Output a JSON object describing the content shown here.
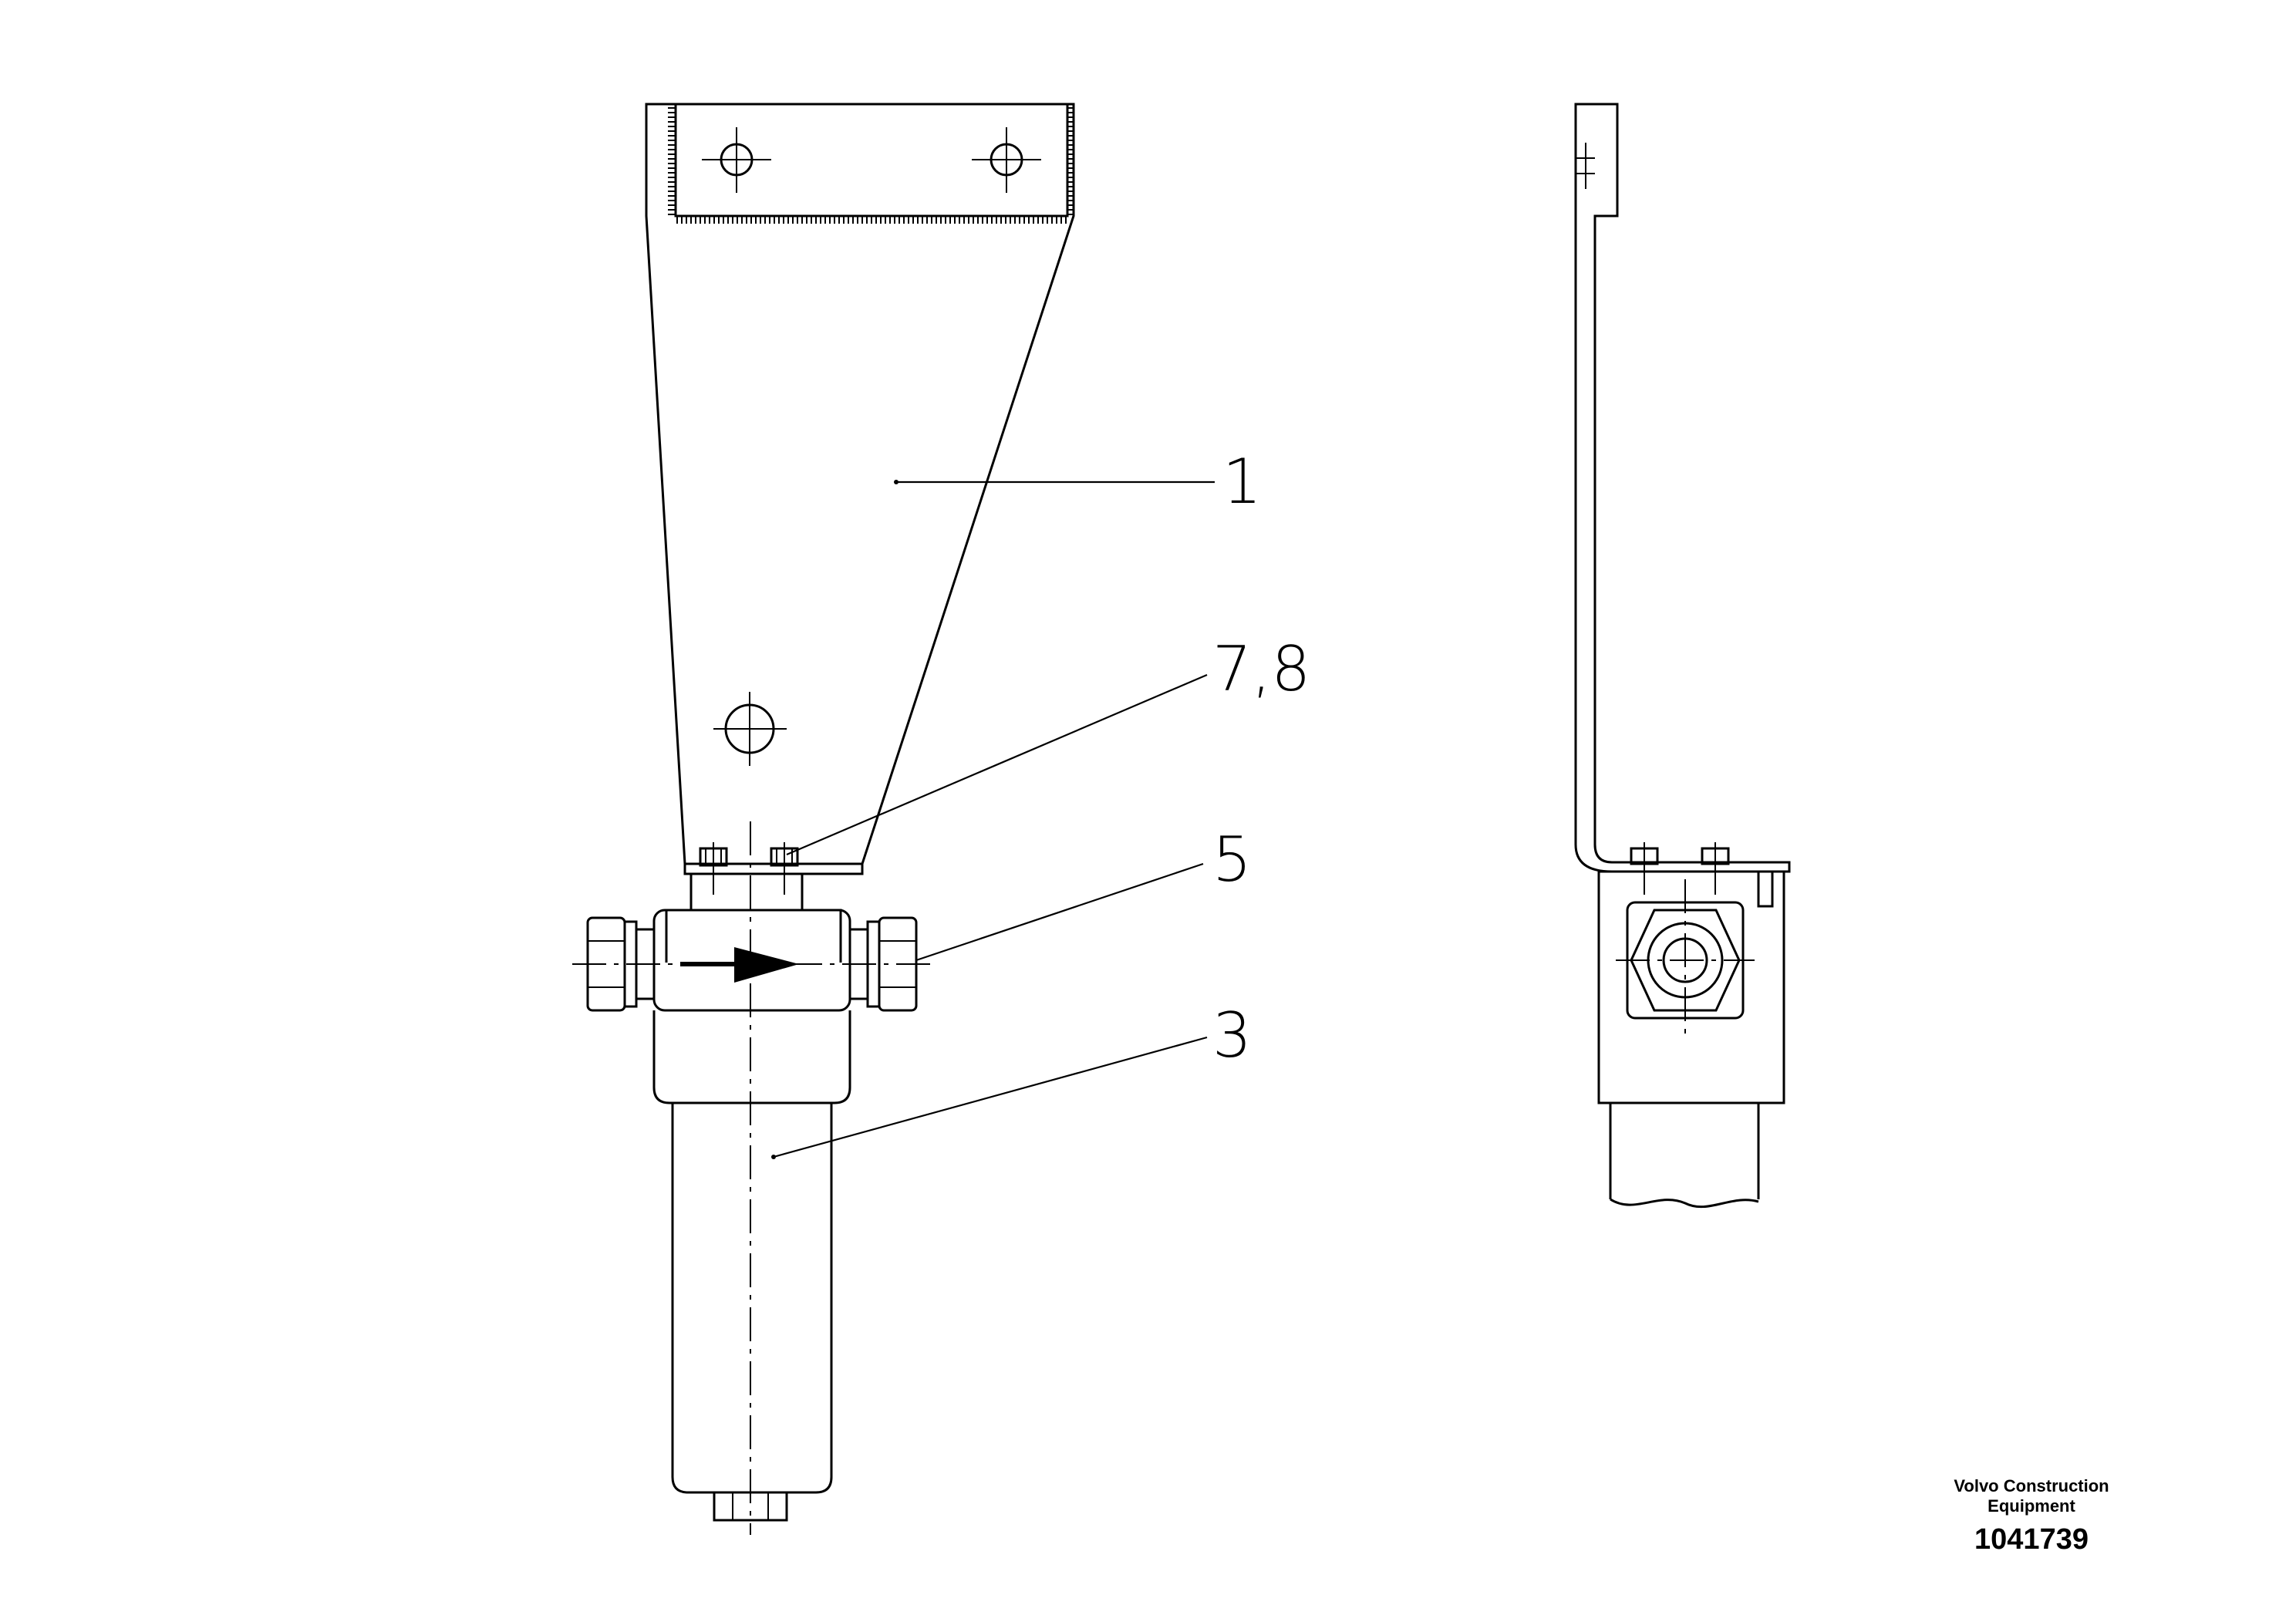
{
  "callouts": {
    "bracket": "1",
    "bolts": "7,8",
    "connector": "5",
    "filter": "3"
  },
  "footer": {
    "brand_line_1": "Volvo Construction",
    "brand_line_2": "Equipment",
    "document_number": "1041739"
  }
}
